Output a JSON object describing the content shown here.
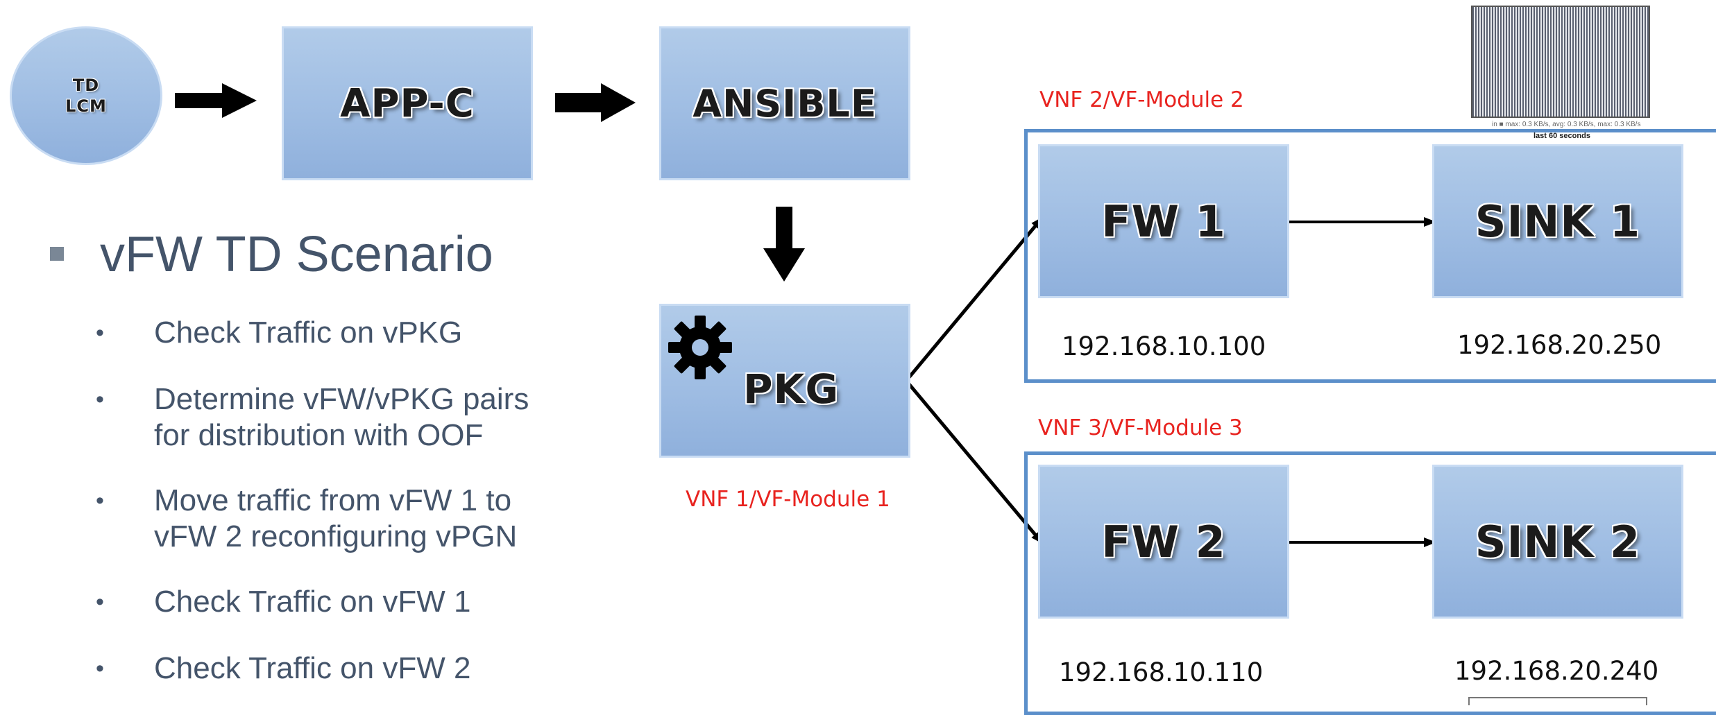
{
  "nodes": {
    "td_lcm": [
      "TD",
      "LCM"
    ],
    "appc": "APP-C",
    "ansible": "ANSIBLE",
    "pkg": "PKG",
    "fw1": "FW 1",
    "sink1": "SINK 1",
    "fw2": "FW 2",
    "sink2": "SINK 2"
  },
  "modules": {
    "vnf1": "VNF 1/VF-Module 1",
    "vnf2": "VNF 2/VF-Module 2",
    "vnf3": "VNF 3/VF-Module 3"
  },
  "ips": {
    "fw1": "192.168.10.100",
    "sink1": "192.168.20.250",
    "fw2": "192.168.10.110",
    "sink2": "192.168.20.240"
  },
  "scenario": {
    "bullet": "■",
    "title": "vFW TD Scenario",
    "step_bullet": "•",
    "steps": [
      [
        "Check Traffic on vPKG"
      ],
      [
        "Determine vFW/vPKG pairs",
        "for distribution with OOF"
      ],
      [
        "Move traffic from vFW 1 to",
        "vFW 2 reconfiguring vPGN"
      ],
      [
        "Check Traffic on vFW 1"
      ],
      [
        "Check Traffic on vFW 2"
      ]
    ]
  },
  "graph": {
    "legend": "in ■ max: 0.3 KB/s, avg: 0.3 KB/s, max: 0.3 KB/s",
    "caption": "last 60 seconds"
  },
  "icons": {
    "gear": "gear-icon"
  },
  "colors": {
    "node_fill": "#9fbde3",
    "module_border": "#5b8fca",
    "module_label": "#e8231f",
    "text_gray": "#44546a"
  }
}
